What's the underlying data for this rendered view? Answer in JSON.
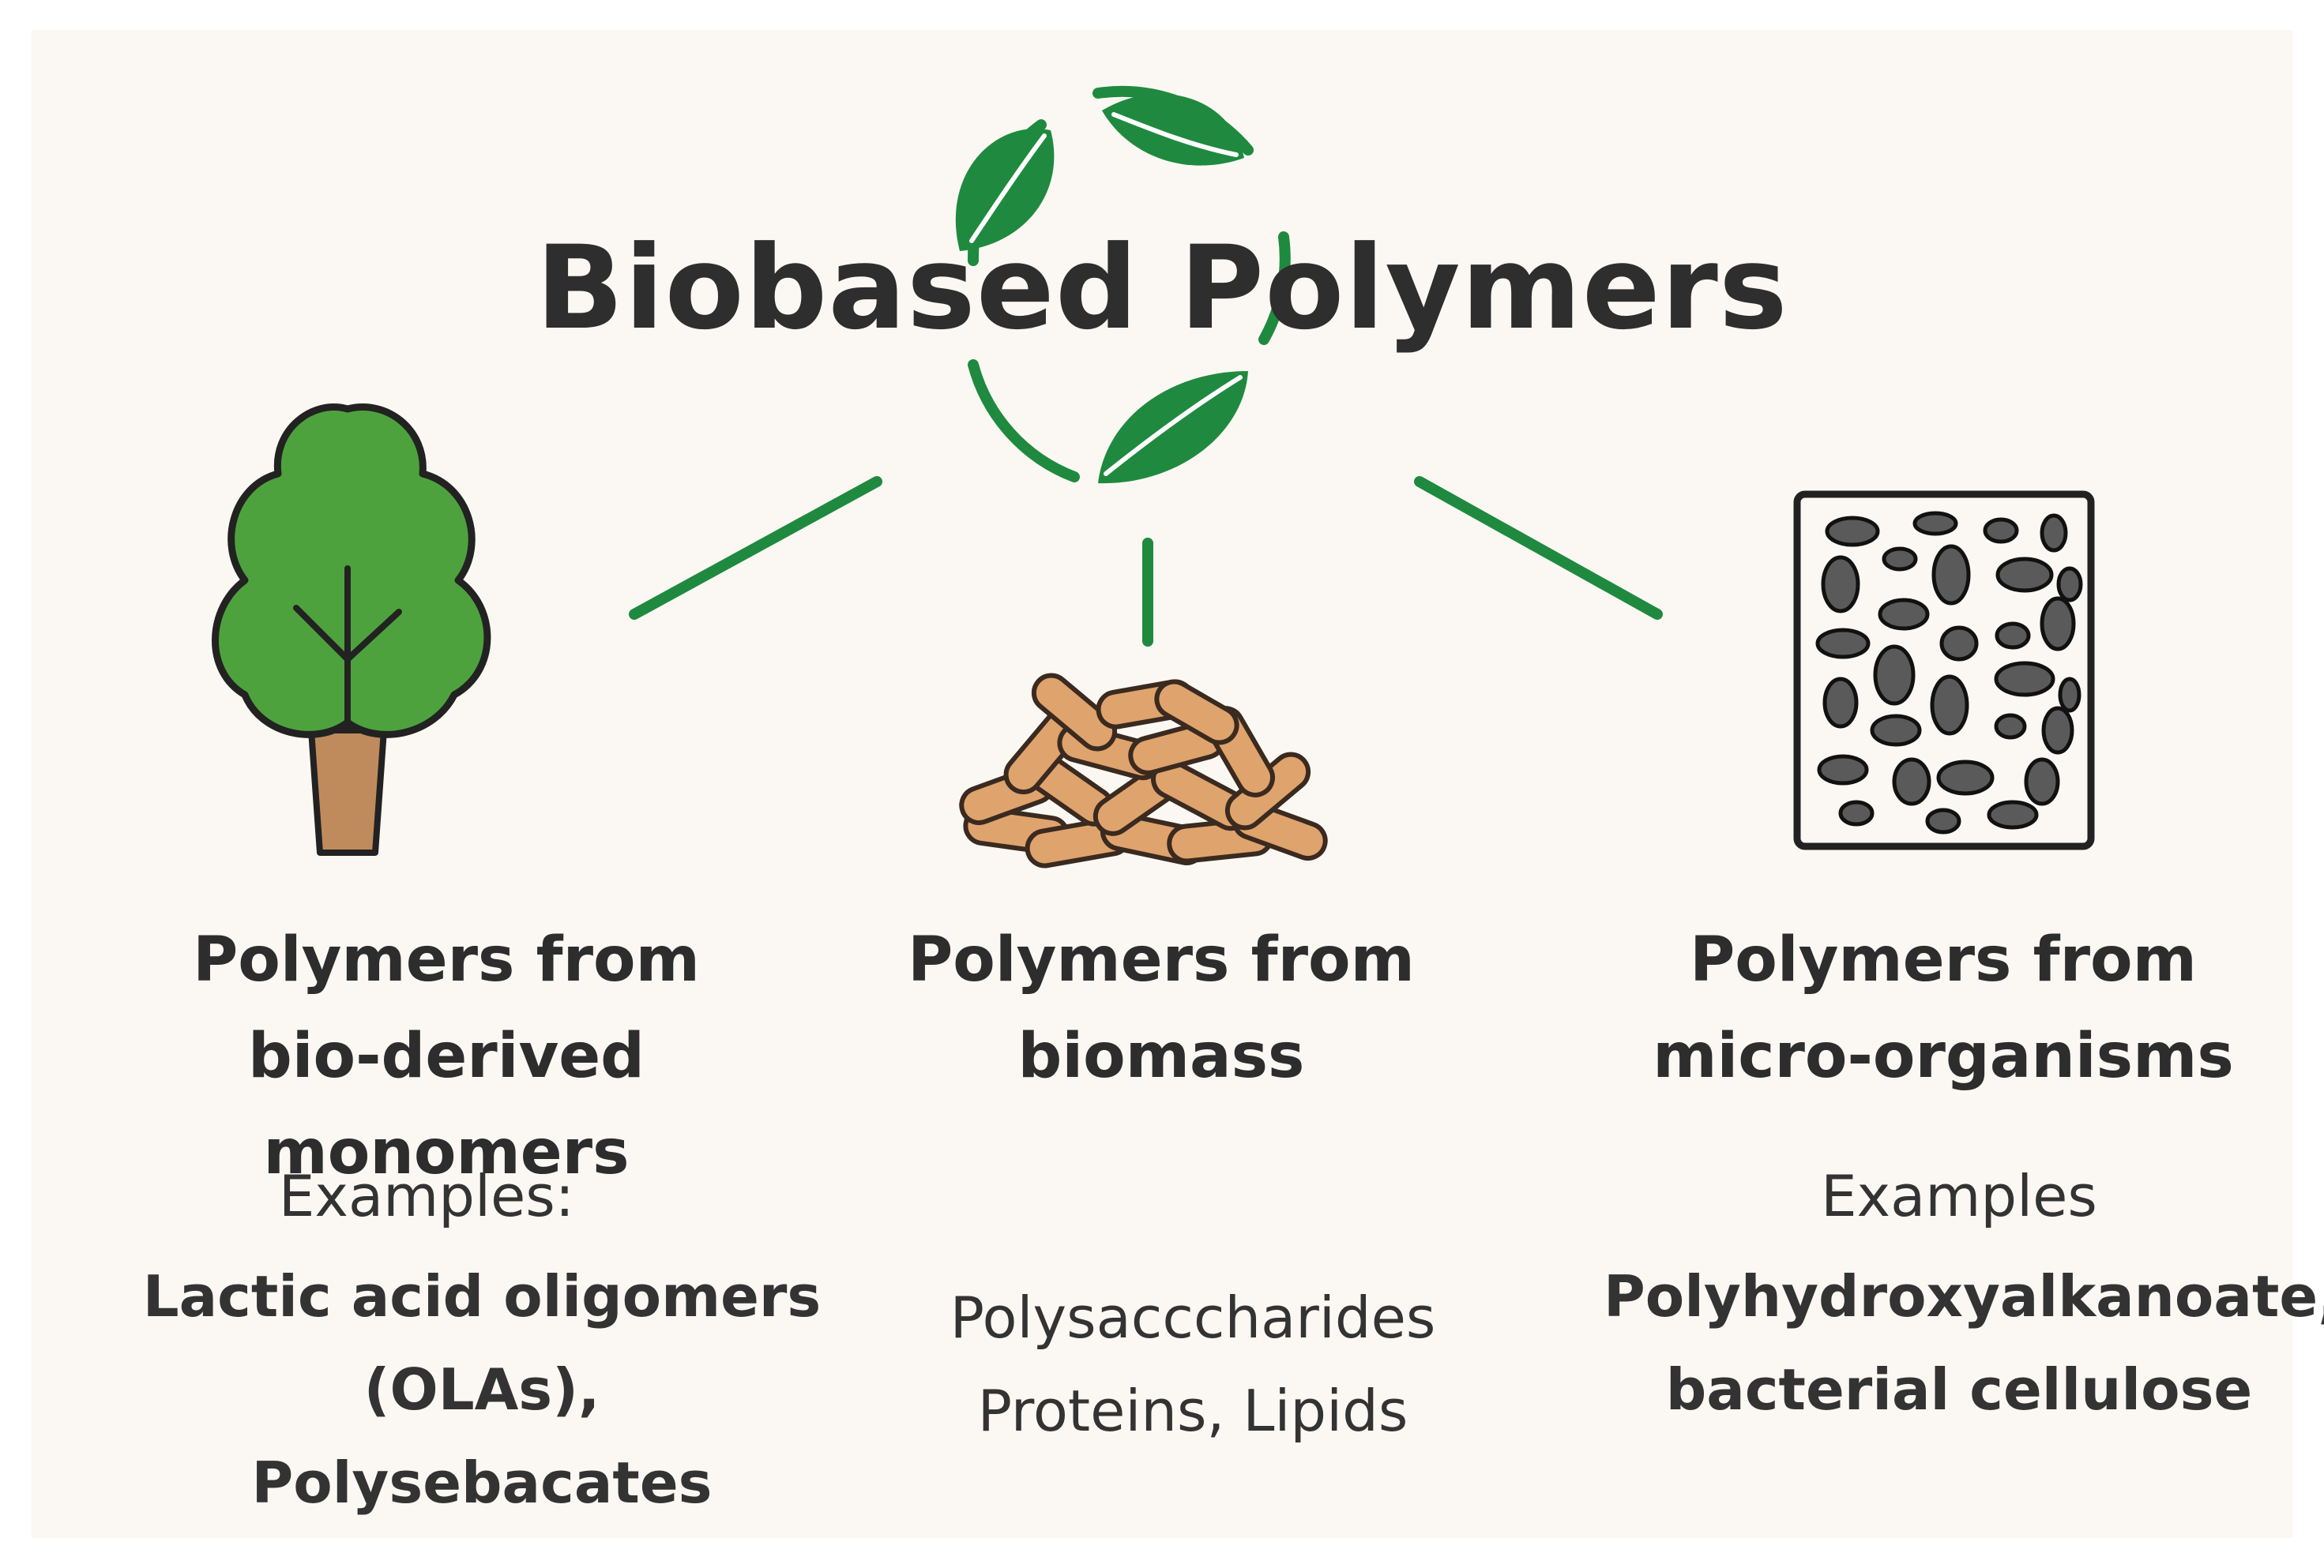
{
  "title": "Biobased Polymers",
  "colors": {
    "accent_green": "#1f8a3f",
    "leaf_green": "#4ea23d",
    "trunk_brown": "#c08b5c",
    "pellet_tan": "#dfa36d",
    "cell_gray": "#5a5a5a",
    "text": "#2d2d2d",
    "background": "#fbf8f3"
  },
  "icons": {
    "center": "recycling-leaves-icon",
    "left": "tree-icon",
    "middle": "biomass-pellets-icon",
    "right": "microorganism-cells-icon"
  },
  "categories": [
    {
      "heading_line1": "Polymers from",
      "heading_line2": "bio-derived monomers",
      "examples_label": "Examples:",
      "examples_line1": "Lactic acid oligomers",
      "examples_line2": "(OLAs), Polysebacates"
    },
    {
      "heading_line1": "Polymers from",
      "heading_line2": "biomass",
      "examples_label": "",
      "examples_line1": "Polysacccharides",
      "examples_line2": "Proteins, Lipids"
    },
    {
      "heading_line1": "Polymers from",
      "heading_line2": "micro-organisms",
      "examples_label": "Examples",
      "examples_line1": "Polyhydroxyalkanoate,",
      "examples_line2": "bacterial cellulose"
    }
  ]
}
